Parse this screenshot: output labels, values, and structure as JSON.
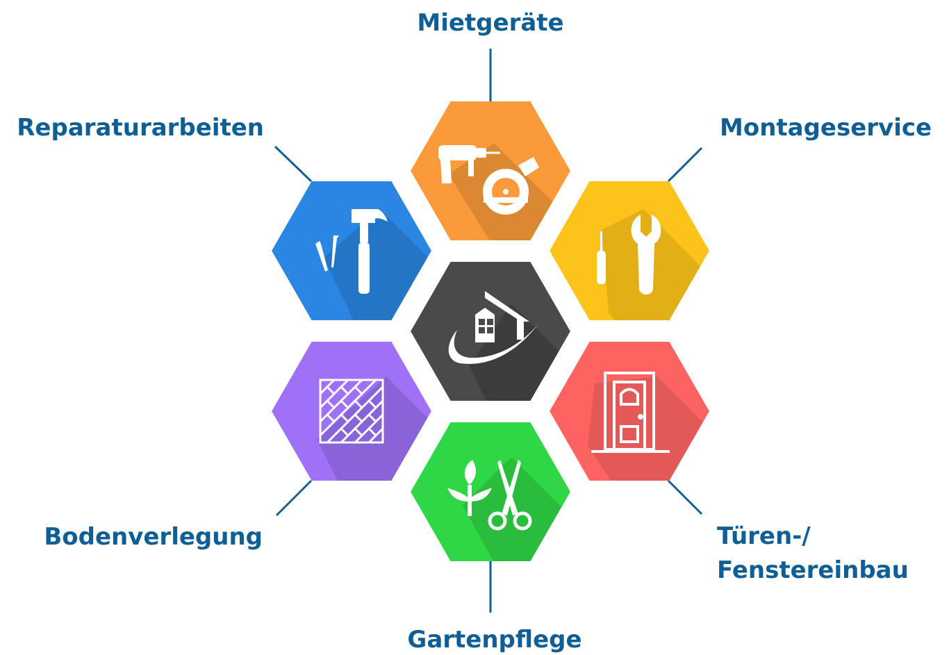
{
  "diagram": {
    "colors": {
      "label": "#0f5f96",
      "line": "#0f5f96",
      "center": "#4a4a4a",
      "mietgeraete": "#fb9a3a",
      "montageservice": "#fcc31a",
      "tueren": "#fd6461",
      "gartenpflege": "#2fd646",
      "bodenverlegung": "#9e71f7",
      "reparatur": "#2a86e2"
    },
    "center": {
      "icon": "house-logo-icon"
    },
    "services": [
      {
        "id": "mietgeraete",
        "label": "Mietgeräte",
        "icon": "drill-and-circular-saw-icon"
      },
      {
        "id": "montageservice",
        "label": "Montageservice",
        "icon": "screwdriver-and-wrench-icon"
      },
      {
        "id": "tueren",
        "label_line1": "Türen-/",
        "label_line2": "Fenstereinbau",
        "icon": "door-icon"
      },
      {
        "id": "gartenpflege",
        "label": "Gartenpflege",
        "icon": "plant-and-scissors-icon"
      },
      {
        "id": "bodenverlegung",
        "label": "Bodenverlegung",
        "icon": "parquet-floor-icon"
      },
      {
        "id": "reparatur",
        "label": "Reparaturarbeiten",
        "icon": "hammer-and-nails-icon"
      }
    ]
  }
}
